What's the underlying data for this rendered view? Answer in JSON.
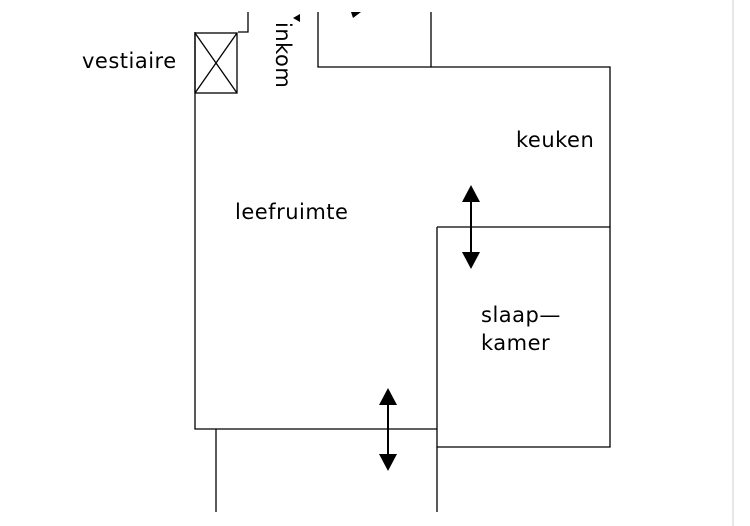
{
  "plan": {
    "rooms": {
      "vestiaire": "vestiaire",
      "inkom": "inkom",
      "keuken": "keuken",
      "leefruimte": "leefruimte",
      "slaapkamer_line1": "slaap—",
      "slaapkamer_line2": "kamer"
    },
    "colors": {
      "lines": "#000000",
      "background": "#ffffff"
    },
    "symbols": {
      "vestiaire_box": "crossed-box",
      "connections": [
        "double-arrow",
        "double-arrow"
      ]
    }
  }
}
